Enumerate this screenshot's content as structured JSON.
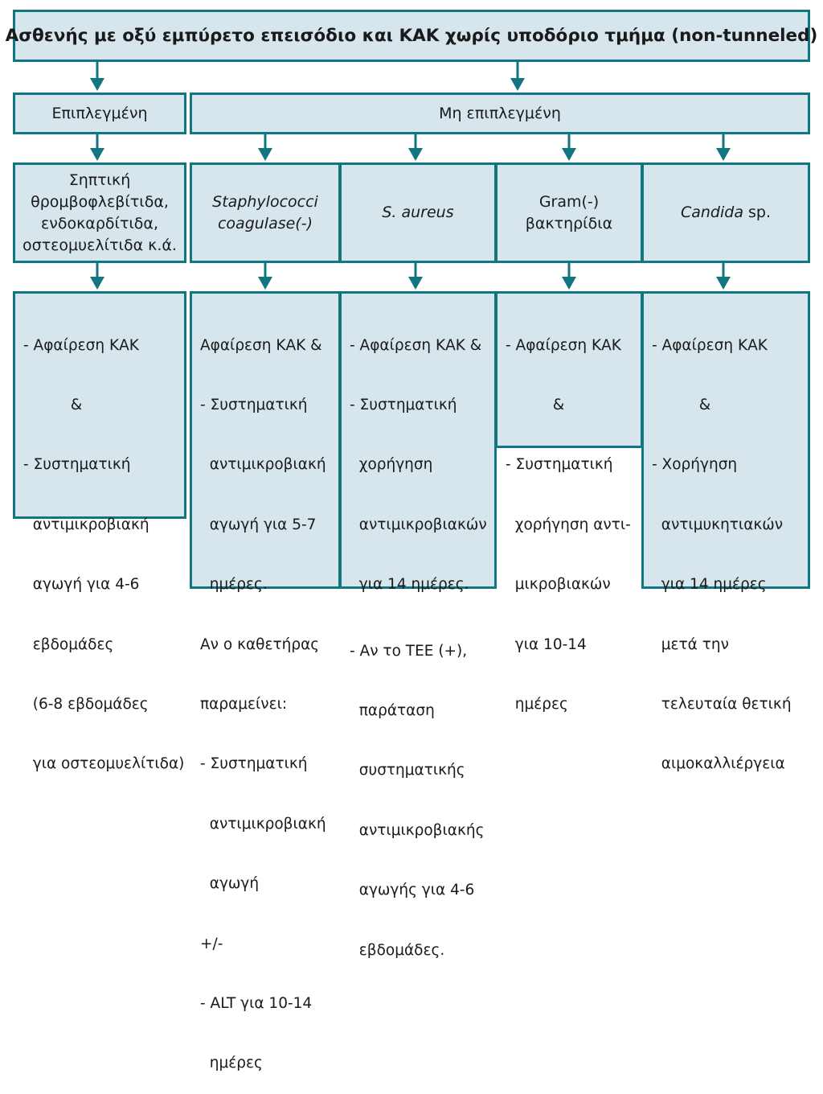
{
  "title": "Ασθενής με οξύ εμπύρετο επεισόδιο και ΚΑΚ χωρίς υποδόριο τμήμα (non-tunneled)",
  "branches": {
    "complicated": "Επιπλεγμένη",
    "uncomplicated": "Μη επιπλεγμένη"
  },
  "conditions": {
    "complicated": [
      "Σηπτική",
      "θρομβοφλεβίτιδα,",
      "ενδοκαρδίτιδα,",
      "οστεομυελίτιδα κ.ά."
    ],
    "cons": [
      "Staphylococci",
      "coagulase(-)"
    ],
    "saureus": "S. aureus",
    "gramneg": [
      "Gram(-)",
      "βακτηρίδια"
    ],
    "candida": {
      "italic": "Candida",
      "rest": " sp."
    }
  },
  "treatments": {
    "complicated": [
      "- Αφαίρεση ΚΑΚ",
      "          &",
      "- Συστηματική",
      "  αντιμικροβιακή",
      "  αγωγή για 4-6",
      "  εβδομάδες",
      "  (6-8 εβδομάδες",
      "  για οστεομυελίτιδα)"
    ],
    "cons": [
      "Αφαίρεση ΚΑΚ &",
      "- Συστηματική",
      "  αντιμικροβιακή",
      "  αγωγή για 5-7",
      "  ημέρες.",
      "Αν ο καθετήρας",
      "παραμείνει:",
      "- Συστηματική",
      "  αντιμικροβιακή",
      "  αγωγή",
      "+/-",
      "- ALT για 10-14",
      "  ημέρες"
    ],
    "saureus_a": [
      "- Αφαίρεση ΚΑΚ &",
      "- Συστηματική",
      "  χορήγηση",
      "  αντιμικροβιακών",
      "  για 14 ημέρες."
    ],
    "saureus_b": [
      "- Αν το TEE (+),",
      "  παράταση",
      "  συστηματικής",
      "  αντιμικροβιακής",
      "  αγωγής για 4-6",
      "  εβδομάδες."
    ],
    "gramneg": [
      "- Αφαίρεση ΚΑΚ",
      "          &",
      "- Συστηματική",
      "  χορήγηση αντι-",
      "  μικροβιακών",
      "  για 10-14",
      "  ημέρες"
    ],
    "candida": [
      "- Αφαίρεση ΚΑΚ",
      "          &",
      "- Χορήγηση",
      "  αντιμυκητιακών",
      "  για 14 ημέρες",
      "  μετά την",
      "  τελευταία θετική",
      "  αιμοκαλλιέργεια"
    ]
  },
  "colors": {
    "border": "#127680",
    "fill": "#d6e6ec",
    "text": "#1a1a1a"
  }
}
